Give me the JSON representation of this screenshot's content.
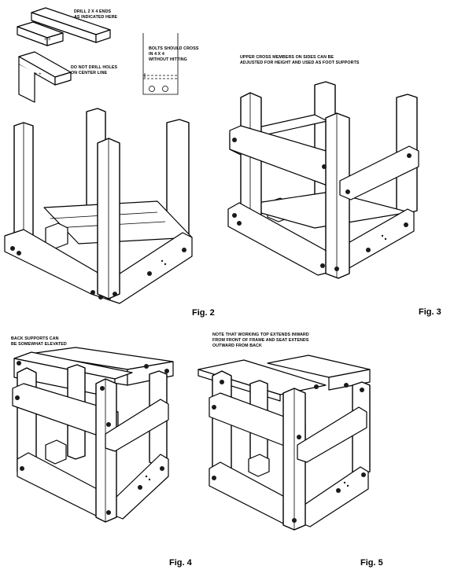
{
  "notes": {
    "drill_ends": [
      "DRILL 2 X 4 ENDS",
      "AS INDICATED HERE"
    ],
    "no_drill_center": [
      "DO NOT DRILL HOLES",
      "ON CENTER LINE"
    ],
    "bolts_cross": [
      "BOLTS SHOULD CROSS",
      "IN 4 X 4",
      "WITHOUT HITTING"
    ],
    "upper_cross": [
      "UPPER CROSS MEMBERS ON SIDES CAN BE",
      "ADJUSTED FOR HEIGHT AND USED AS FOOT SUPPORTS"
    ],
    "back_supports": [
      "BACK SUPPORTS CAN",
      "BE SOMEWHAT ELEVATED"
    ],
    "working_top": [
      "NOTE THAT WORKING TOP EXTENDS INWARD",
      "FROM FRONT OF FRAME AND SEAT EXTENDS",
      "OUTWARD FROM BACK"
    ]
  },
  "figures": {
    "fig2": "Fig. 2",
    "fig3": "Fig. 3",
    "fig4": "Fig. 4",
    "fig5": "Fig. 5"
  }
}
